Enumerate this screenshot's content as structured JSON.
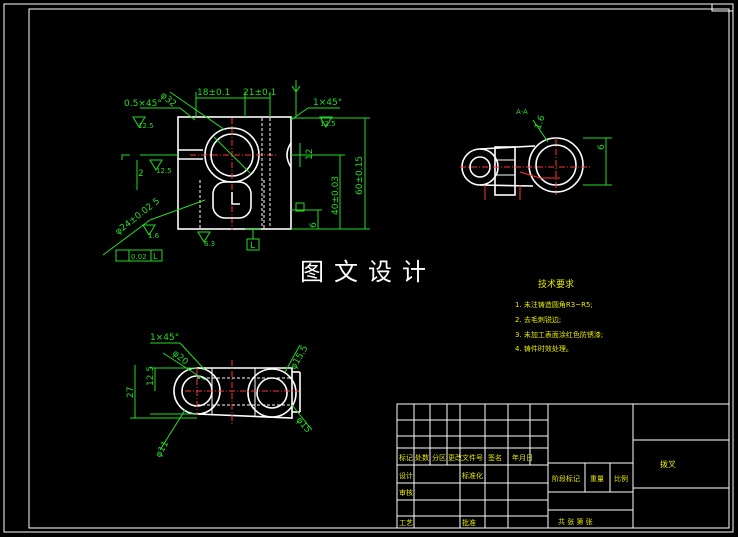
{
  "watermark": "图文设计",
  "views": {
    "front": {
      "dims": {
        "chamfer_left": "0.5×45°",
        "bore_dia": "φ32",
        "width_tol": "18±0.1",
        "h_tol": "21±0.1",
        "chamfer_right": "1×45°",
        "rough_top_left": "12.5",
        "rough_top_right": "12.5",
        "rough_left": "12.5",
        "rough_bottom": "6.3",
        "slot": "12",
        "h40": "40±0.03",
        "h60": "60±0.15",
        "h6": "6",
        "hole_label": "φ24±0.02 5",
        "rough_hole": "1.6",
        "gtol_val": "0.02",
        "datum": "L",
        "datum_box": "L",
        "mark_2": "2"
      }
    },
    "section": {
      "label": "A-A",
      "rough": "1.6",
      "dim_right": "6"
    },
    "top": {
      "dims": {
        "chamfer": "1×45°",
        "dia_20": "φ20",
        "h12": "12.5",
        "h27": "27",
        "dia_right": "φ15.5",
        "dia_15": "φ15",
        "dia_bottom": "φ11"
      }
    }
  },
  "notes": {
    "title": "技术要求",
    "items": [
      "1. 未注铸造圆角R3~R5;",
      "2. 去毛刺锐边;",
      "3. 未加工表面涂红色防锈漆;",
      "4. 铸件时效处理。"
    ]
  },
  "title_block": {
    "part_name": "拨叉",
    "cells": {
      "c1": "标记",
      "c2": "处数",
      "c3": "分区",
      "c4": "更改文件号",
      "c5": "签名",
      "c6": "年月日",
      "c7": "设计",
      "c8": "标准化",
      "c9": "审核",
      "c10": "工艺",
      "c11": "阶段标记",
      "c12": "重量",
      "c13": "比例",
      "c14": "共 张 第 张",
      "c15": "批准"
    }
  }
}
